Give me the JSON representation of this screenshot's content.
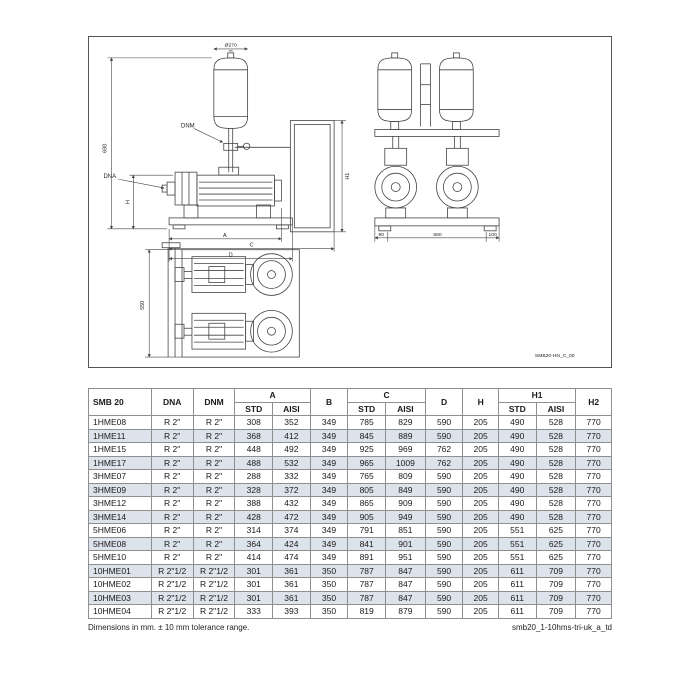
{
  "drawing": {
    "code": "SMB20-HN_C_00",
    "labels": {
      "tank_diameter": "Ø270",
      "dnm": "DNM",
      "dna": "DNA",
      "overall_height": "680",
      "dim_h": "H",
      "dim_h1": "H1",
      "dim_a": "A",
      "dim_c": "C",
      "dim_d": "D",
      "front_left": "90",
      "front_width": "560",
      "front_right": "100",
      "plan_depth": "550"
    }
  },
  "table": {
    "headers": {
      "model": "SMB 20",
      "dna": "DNA",
      "dnm": "DNM",
      "a": "A",
      "b": "B",
      "c": "C",
      "d": "D",
      "h": "H",
      "h1": "H1",
      "h2": "H2",
      "std": "STD",
      "aisi": "AISI"
    },
    "rows": [
      [
        "1HME08",
        "R 2\"",
        "R 2\"",
        "308",
        "352",
        "349",
        "785",
        "829",
        "590",
        "205",
        "490",
        "528",
        "770"
      ],
      [
        "1HME11",
        "R 2\"",
        "R 2\"",
        "368",
        "412",
        "349",
        "845",
        "889",
        "590",
        "205",
        "490",
        "528",
        "770"
      ],
      [
        "1HME15",
        "R 2\"",
        "R 2\"",
        "448",
        "492",
        "349",
        "925",
        "969",
        "762",
        "205",
        "490",
        "528",
        "770"
      ],
      [
        "1HME17",
        "R 2\"",
        "R 2\"",
        "488",
        "532",
        "349",
        "965",
        "1009",
        "762",
        "205",
        "490",
        "528",
        "770"
      ],
      [
        "3HME07",
        "R 2\"",
        "R 2\"",
        "288",
        "332",
        "349",
        "765",
        "809",
        "590",
        "205",
        "490",
        "528",
        "770"
      ],
      [
        "3HME09",
        "R 2\"",
        "R 2\"",
        "328",
        "372",
        "349",
        "805",
        "849",
        "590",
        "205",
        "490",
        "528",
        "770"
      ],
      [
        "3HME12",
        "R 2\"",
        "R 2\"",
        "388",
        "432",
        "349",
        "865",
        "909",
        "590",
        "205",
        "490",
        "528",
        "770"
      ],
      [
        "3HME14",
        "R 2\"",
        "R 2\"",
        "428",
        "472",
        "349",
        "905",
        "949",
        "590",
        "205",
        "490",
        "528",
        "770"
      ],
      [
        "5HME06",
        "R 2\"",
        "R 2\"",
        "314",
        "374",
        "349",
        "791",
        "851",
        "590",
        "205",
        "551",
        "625",
        "770"
      ],
      [
        "5HME08",
        "R 2\"",
        "R 2\"",
        "364",
        "424",
        "349",
        "841",
        "901",
        "590",
        "205",
        "551",
        "625",
        "770"
      ],
      [
        "5HME10",
        "R 2\"",
        "R 2\"",
        "414",
        "474",
        "349",
        "891",
        "951",
        "590",
        "205",
        "551",
        "625",
        "770"
      ],
      [
        "10HME01",
        "R 2\"1/2",
        "R 2\"1/2",
        "301",
        "361",
        "350",
        "787",
        "847",
        "590",
        "205",
        "611",
        "709",
        "770"
      ],
      [
        "10HME02",
        "R 2\"1/2",
        "R 2\"1/2",
        "301",
        "361",
        "350",
        "787",
        "847",
        "590",
        "205",
        "611",
        "709",
        "770"
      ],
      [
        "10HME03",
        "R 2\"1/2",
        "R 2\"1/2",
        "301",
        "361",
        "350",
        "787",
        "847",
        "590",
        "205",
        "611",
        "709",
        "770"
      ],
      [
        "10HME04",
        "R 2\"1/2",
        "R 2\"1/2",
        "333",
        "393",
        "350",
        "819",
        "879",
        "590",
        "205",
        "611",
        "709",
        "770"
      ]
    ]
  },
  "footer": {
    "note": "Dimensions in mm. ± 10 mm tolerance range.",
    "doc_ref": "smb20_1-10hms-tri-uk_a_td"
  }
}
